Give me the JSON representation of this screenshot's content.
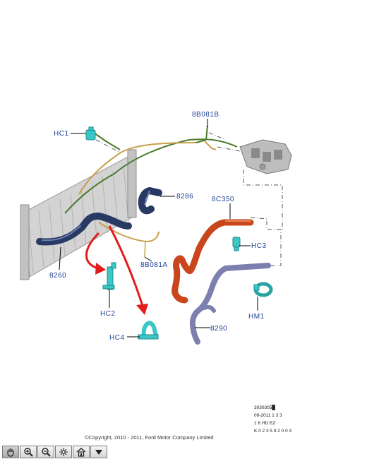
{
  "diagram": {
    "callouts": {
      "hc1": "HC1",
      "p8b081b": "8B081B",
      "p8286": "8286",
      "p8c350": "8C350",
      "hc3": "HC3",
      "p8260": "8260",
      "p8b081a": "8B081A",
      "hc2": "HC2",
      "hm1": "HM1",
      "hc4": "HC4",
      "p8290": "8290"
    },
    "colors": {
      "label": "#1c3f94",
      "arrow_red": "#e41b1b",
      "clip_cyan": "#3cc6c6",
      "hose_navy": "#283a63",
      "hose_orange": "#c9461c",
      "hose_lavender": "#7d7fae",
      "radiator_grey": "#c9c9c9",
      "wire_green": "#4a7a2a",
      "wire_tan": "#c9a04a"
    }
  },
  "footer": {
    "ref_lines": [
      "3030305█",
      "09-2011 1 3 3",
      "1 6 HD EZ",
      "K 0 2 3 5 9 2 0 0 4"
    ],
    "copyright": "©Copyright, 2010 - 2011, Ford Motor Company Limited"
  },
  "toolbar": {
    "buttons": [
      {
        "icon": "pan-hand-icon",
        "name": "pan-button"
      },
      {
        "icon": "zoom-in-icon",
        "name": "zoom-in-button"
      },
      {
        "icon": "zoom-out-icon",
        "name": "zoom-out-button"
      },
      {
        "icon": "fit-window-icon",
        "name": "fit-window-button"
      },
      {
        "icon": "home-icon",
        "name": "home-button"
      },
      {
        "icon": "dropdown-arrow-icon",
        "name": "more-menu-button"
      }
    ]
  }
}
